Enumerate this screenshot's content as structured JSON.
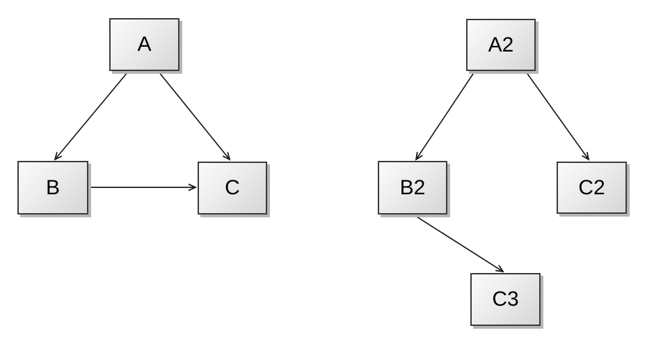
{
  "diagram": {
    "background_color": "#ffffff",
    "node_style": {
      "fill_top": "#fbfbfb",
      "fill_bottom": "#d6d6d6",
      "border_color": "#3a3a3a",
      "shadow_color": "#b6b6b6",
      "text_color": "#000000"
    },
    "edge_color": "#1a1a1a",
    "graphs": [
      {
        "name": "left-graph",
        "nodes": [
          {
            "id": "A",
            "label": "A"
          },
          {
            "id": "B",
            "label": "B"
          },
          {
            "id": "C",
            "label": "C"
          }
        ],
        "edges": [
          {
            "from": "A",
            "to": "B"
          },
          {
            "from": "A",
            "to": "C"
          },
          {
            "from": "B",
            "to": "C"
          }
        ]
      },
      {
        "name": "right-graph",
        "nodes": [
          {
            "id": "A2",
            "label": "A2"
          },
          {
            "id": "B2",
            "label": "B2"
          },
          {
            "id": "C2",
            "label": "C2"
          },
          {
            "id": "C3",
            "label": "C3"
          }
        ],
        "edges": [
          {
            "from": "A2",
            "to": "B2"
          },
          {
            "from": "A2",
            "to": "C2"
          },
          {
            "from": "B2",
            "to": "C3"
          }
        ]
      }
    ]
  }
}
